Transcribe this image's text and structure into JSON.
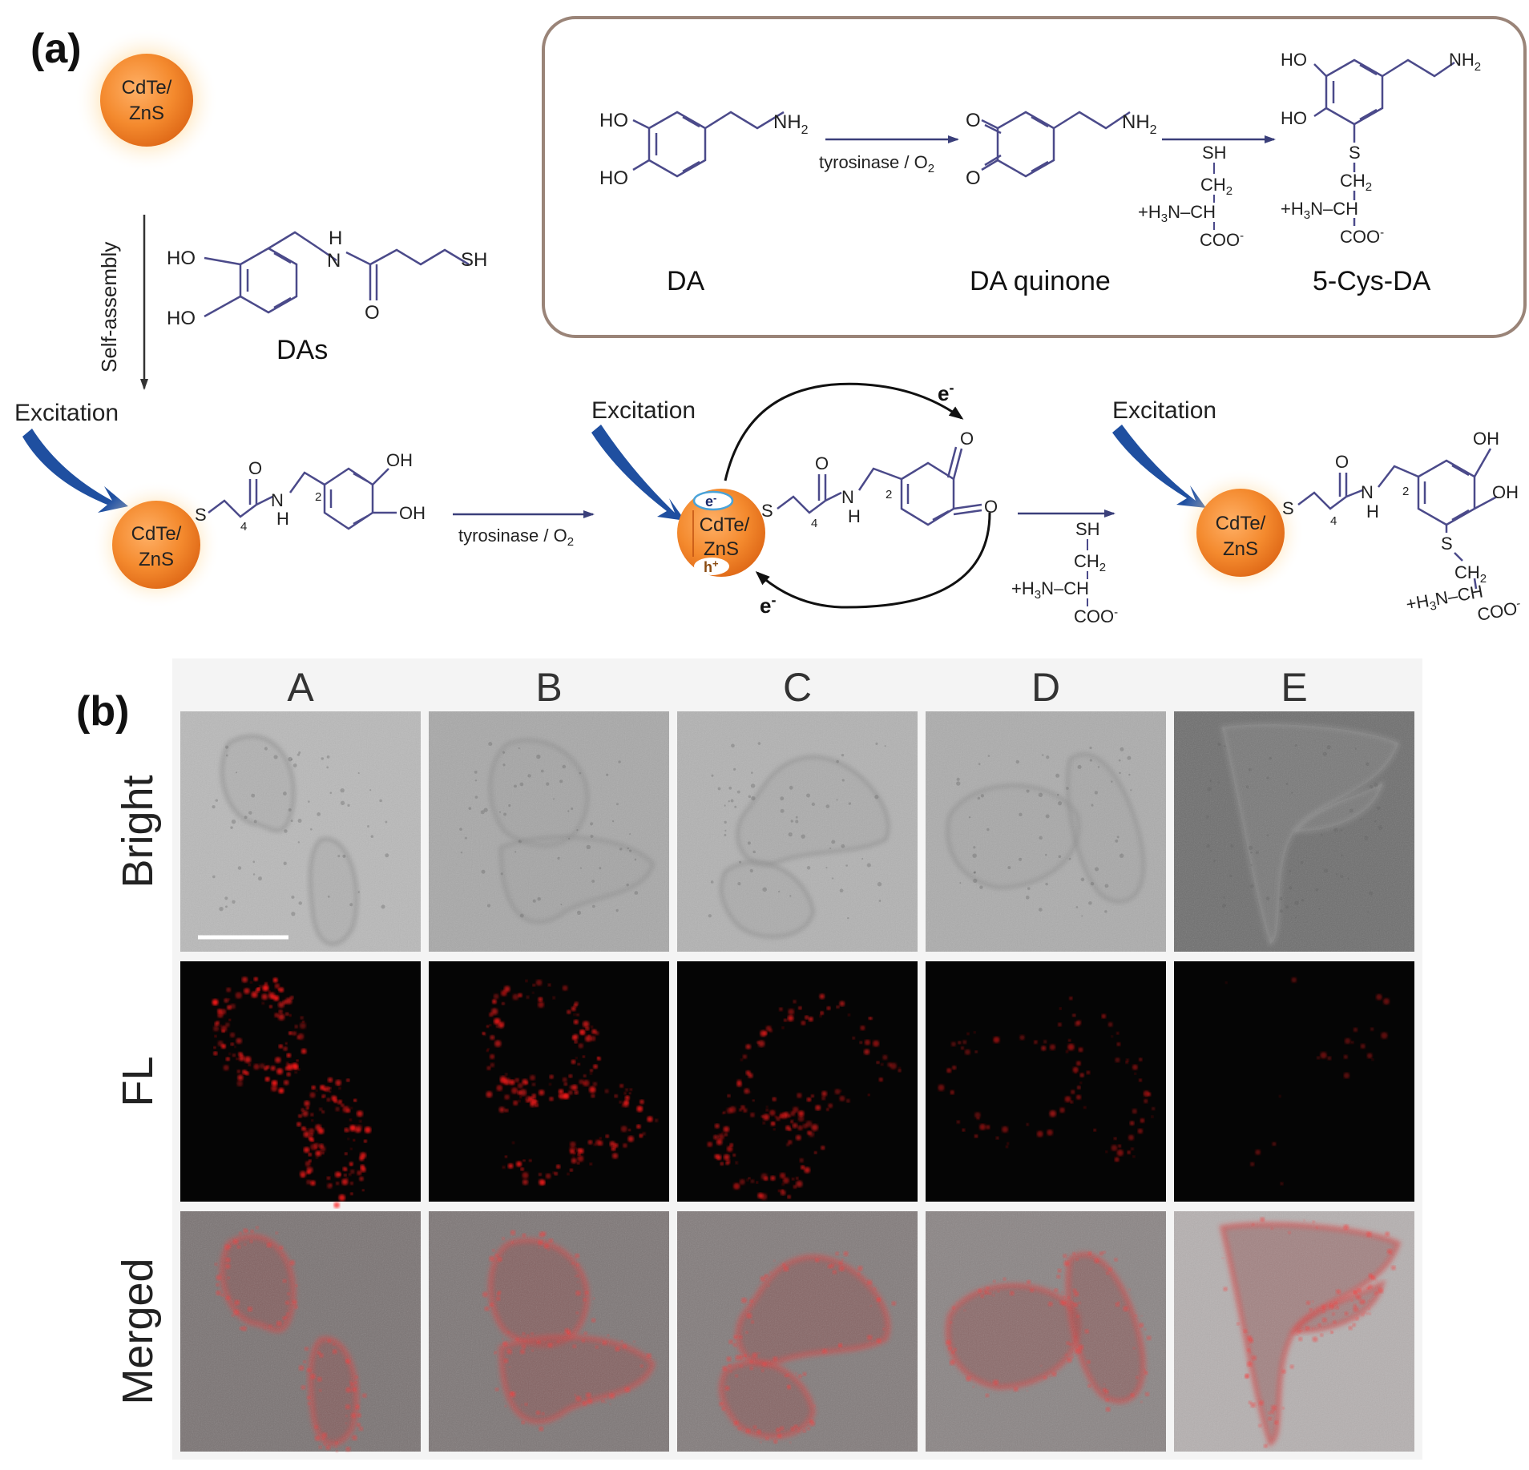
{
  "panel_a": {
    "label": "(a)",
    "qd_label_line1": "CdTe/",
    "qd_label_line2": "ZnS",
    "self_assembly": "Self-assembly",
    "das_label": "DAs",
    "excitation": "Excitation",
    "reaction_condition": "tyrosinase / O",
    "o2_subscript": "2",
    "electron": "e",
    "electron_sup": "-",
    "hole": "h",
    "hole_sup": "+",
    "molecules": {
      "ho": "HO",
      "oh": "OH",
      "nh2": "NH",
      "sub2": "2",
      "sh": "SH",
      "s": "S",
      "n": "N",
      "h": "H",
      "o": "O",
      "ch2": "CH",
      "ch": "CH",
      "h3n_plus": "+H",
      "h3n_sub3": "3",
      "h3n_n": "N",
      "coo": "COO",
      "coo_minus": "-",
      "sub4": "4"
    },
    "inset": {
      "da": "DA",
      "da_quinone": "DA quinone",
      "cys_da": "5-Cys-DA"
    },
    "colors": {
      "bond": "#4b4a8a",
      "arrow_blue": "#1f4fa0",
      "qd_orange": "#f28a2a",
      "inset_border": "#9a8478"
    }
  },
  "panel_b": {
    "label": "(b)",
    "columns": [
      "A",
      "B",
      "C",
      "D",
      "E"
    ],
    "rows": [
      "Bright",
      "FL",
      "Merged"
    ],
    "fl_intensity": [
      1.0,
      0.85,
      0.7,
      0.4,
      0.1
    ]
  }
}
